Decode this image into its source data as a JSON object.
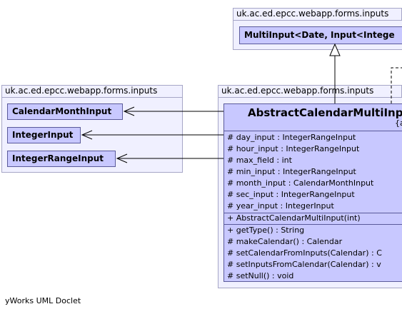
{
  "packages": {
    "top": {
      "name": "uk.ac.ed.epcc.webapp.forms.inputs"
    },
    "left": {
      "name": "uk.ac.ed.epcc.webapp.forms.inputs"
    },
    "main": {
      "name": "uk.ac.ed.epcc.webapp.forms.inputs"
    }
  },
  "classes": {
    "multi_input": "MultiInput<Date, Input<Intege",
    "calendar_month_input": "CalendarMonthInput",
    "integer_input": "IntegerInput",
    "integer_range_input": "IntegerRangeInput"
  },
  "main_class": {
    "name": "AbstractCalendarMultiInp",
    "stereotype": "{a",
    "fields": [
      "# day_input : IntegerRangeInput",
      "# hour_input : IntegerRangeInput",
      "# max_field : int",
      "# min_input : IntegerRangeInput",
      "# month_input : CalendarMonthInput",
      "# sec_input : IntegerRangeInput",
      "# year_input : IntegerInput"
    ],
    "constructors": [
      "+ AbstractCalendarMultiInput(int)"
    ],
    "methods": [
      "+ getType() : String",
      "# makeCalendar() : Calendar",
      "# setCalendarFromInputs(Calendar) : C",
      "# setInputsFromCalendar(Calendar) : v",
      "# setNull() : void"
    ]
  },
  "footer": "yWorks UML Doclet",
  "colors": {
    "package_fill": "#f0f0ff",
    "package_border": "#a6a6c6",
    "class_fill": "#c8c8ff",
    "class_border": "#5a5a9a"
  }
}
